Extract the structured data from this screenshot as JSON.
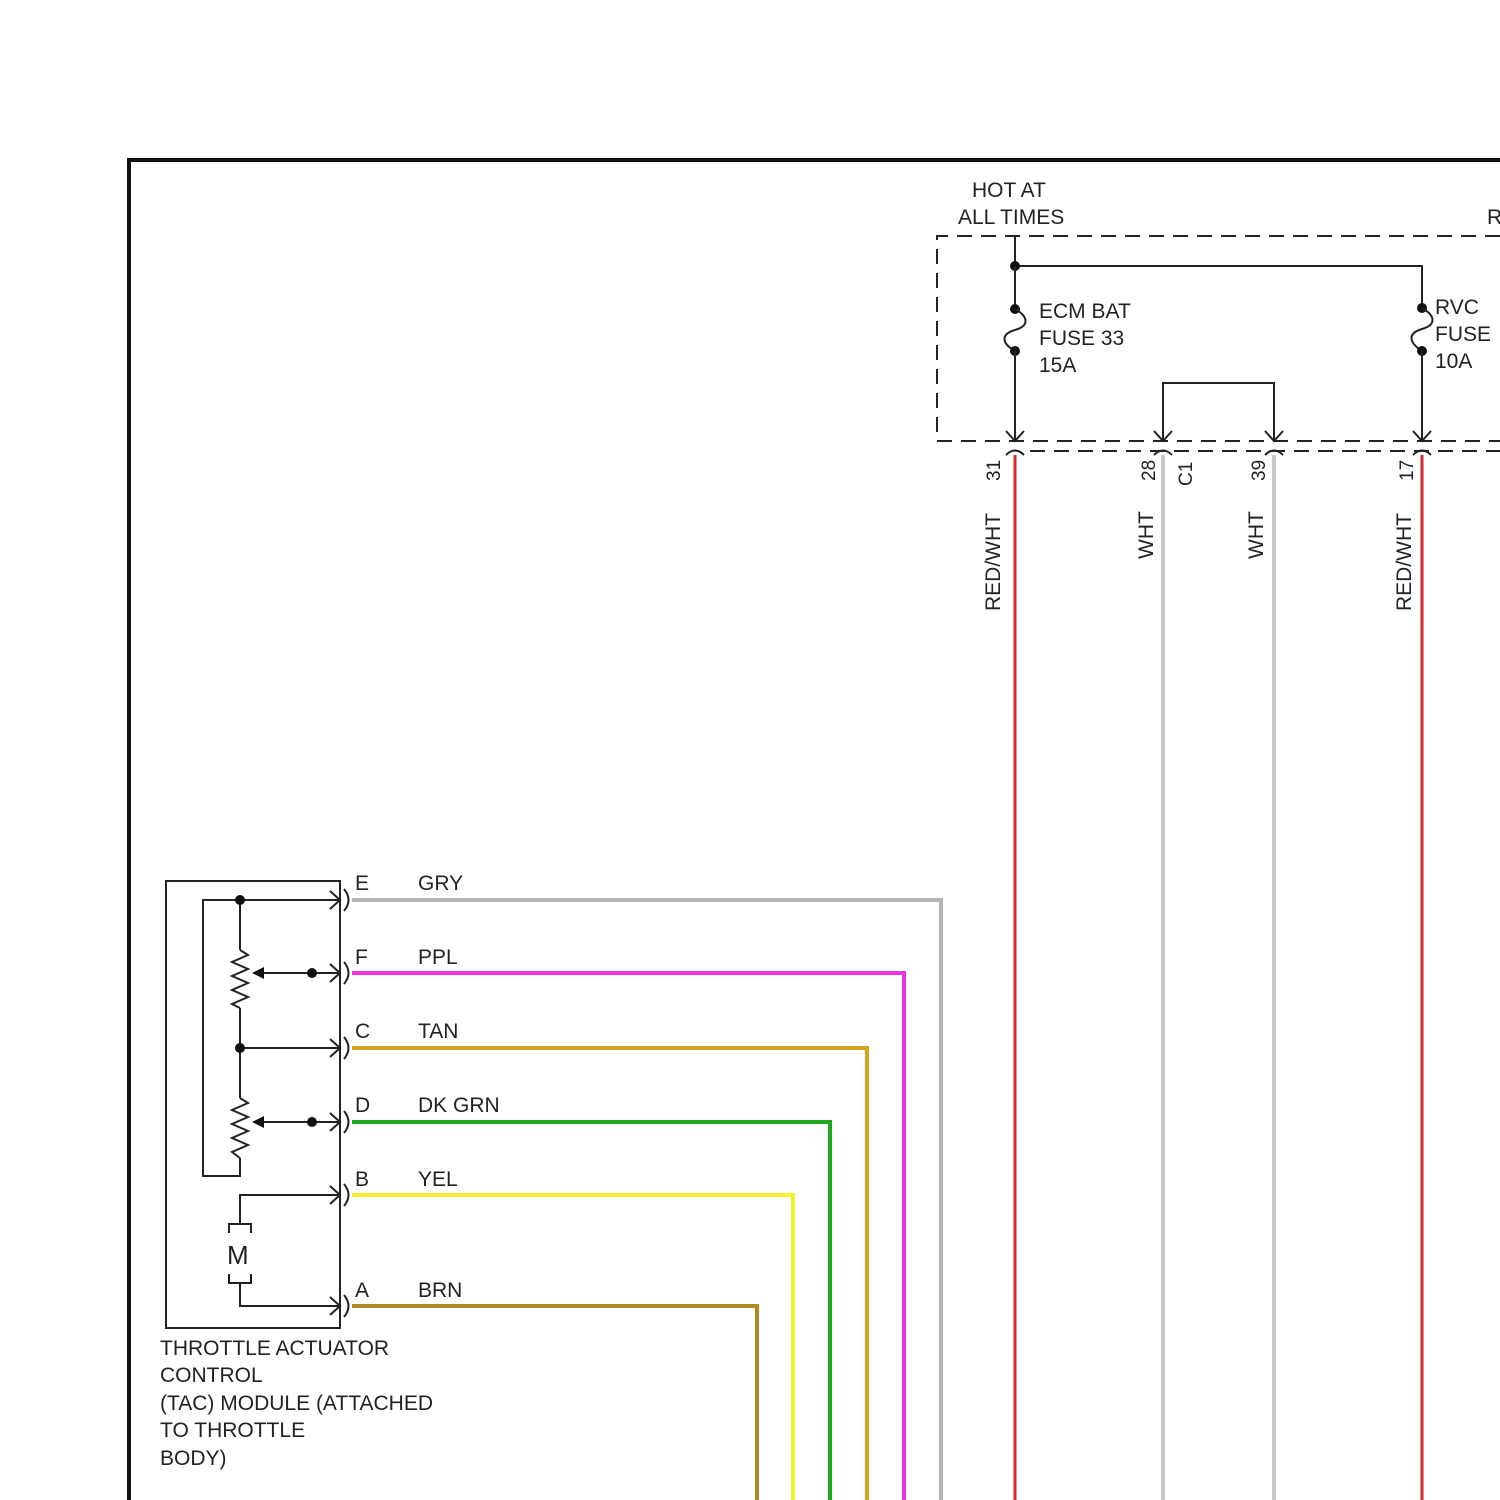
{
  "power_label": [
    "HOT AT",
    "ALL TIMES"
  ],
  "right_edge_label": "R",
  "fuses": [
    {
      "id": "ecm",
      "lines": [
        "ECM BAT",
        "FUSE 33",
        "15A"
      ]
    },
    {
      "id": "rvc",
      "lines": [
        "RVC",
        "FUSE",
        "10A"
      ]
    }
  ],
  "connector_label": "C1",
  "vertical_wires": [
    {
      "pin": "31",
      "color_name": "RED/WHT",
      "color": "#d9262c"
    },
    {
      "pin": "28",
      "color_name": "WHT",
      "color": "#c8c8c8"
    },
    {
      "pin": "39",
      "color_name": "WHT",
      "color": "#c8c8c8"
    },
    {
      "pin": "17",
      "color_name": "RED/WHT",
      "color": "#d9262c"
    }
  ],
  "tac_wires": [
    {
      "pin": "E",
      "color_name": "GRY",
      "color": "#b4b4b4"
    },
    {
      "pin": "F",
      "color_name": "PPL",
      "color": "#e934e0"
    },
    {
      "pin": "C",
      "color_name": "TAN",
      "color": "#d4a41c"
    },
    {
      "pin": "D",
      "color_name": "DK GRN",
      "color": "#1ea81e"
    },
    {
      "pin": "B",
      "color_name": "YEL",
      "color": "#f2f22a"
    },
    {
      "pin": "A",
      "color_name": "BRN",
      "color": "#b08a22"
    }
  ],
  "motor_label": "M",
  "module_label": [
    "THROTTLE ACTUATOR",
    "CONTROL",
    "(TAC) MODULE (ATTACHED",
    "TO THROTTLE",
    "BODY)"
  ]
}
